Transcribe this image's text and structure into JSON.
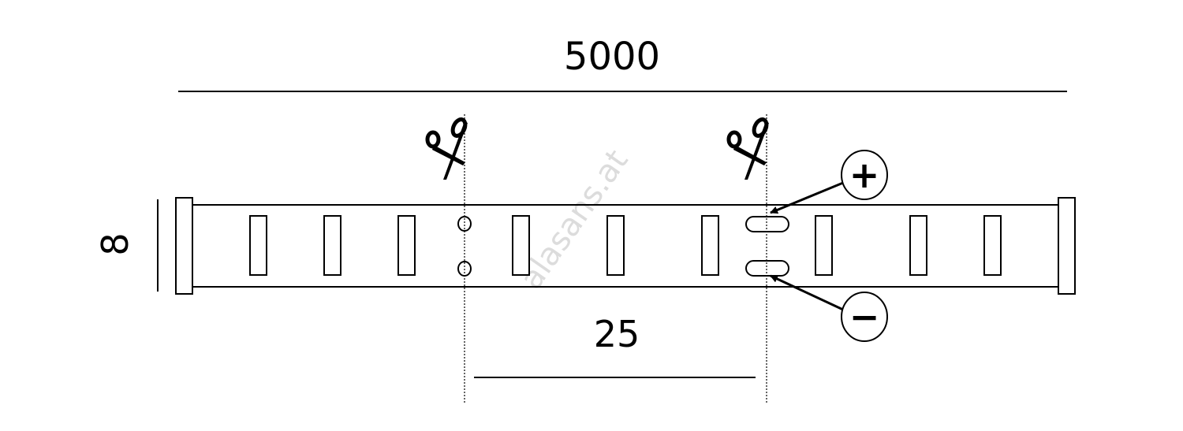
{
  "dimensions": {
    "length": "5000",
    "width": "8",
    "cut_spacing": "25"
  },
  "polarity": {
    "positive": "+",
    "negative": "−"
  },
  "watermark": "alasans.at",
  "icons": [
    "scissors-icon",
    "scissors-icon"
  ],
  "led_count": 9
}
